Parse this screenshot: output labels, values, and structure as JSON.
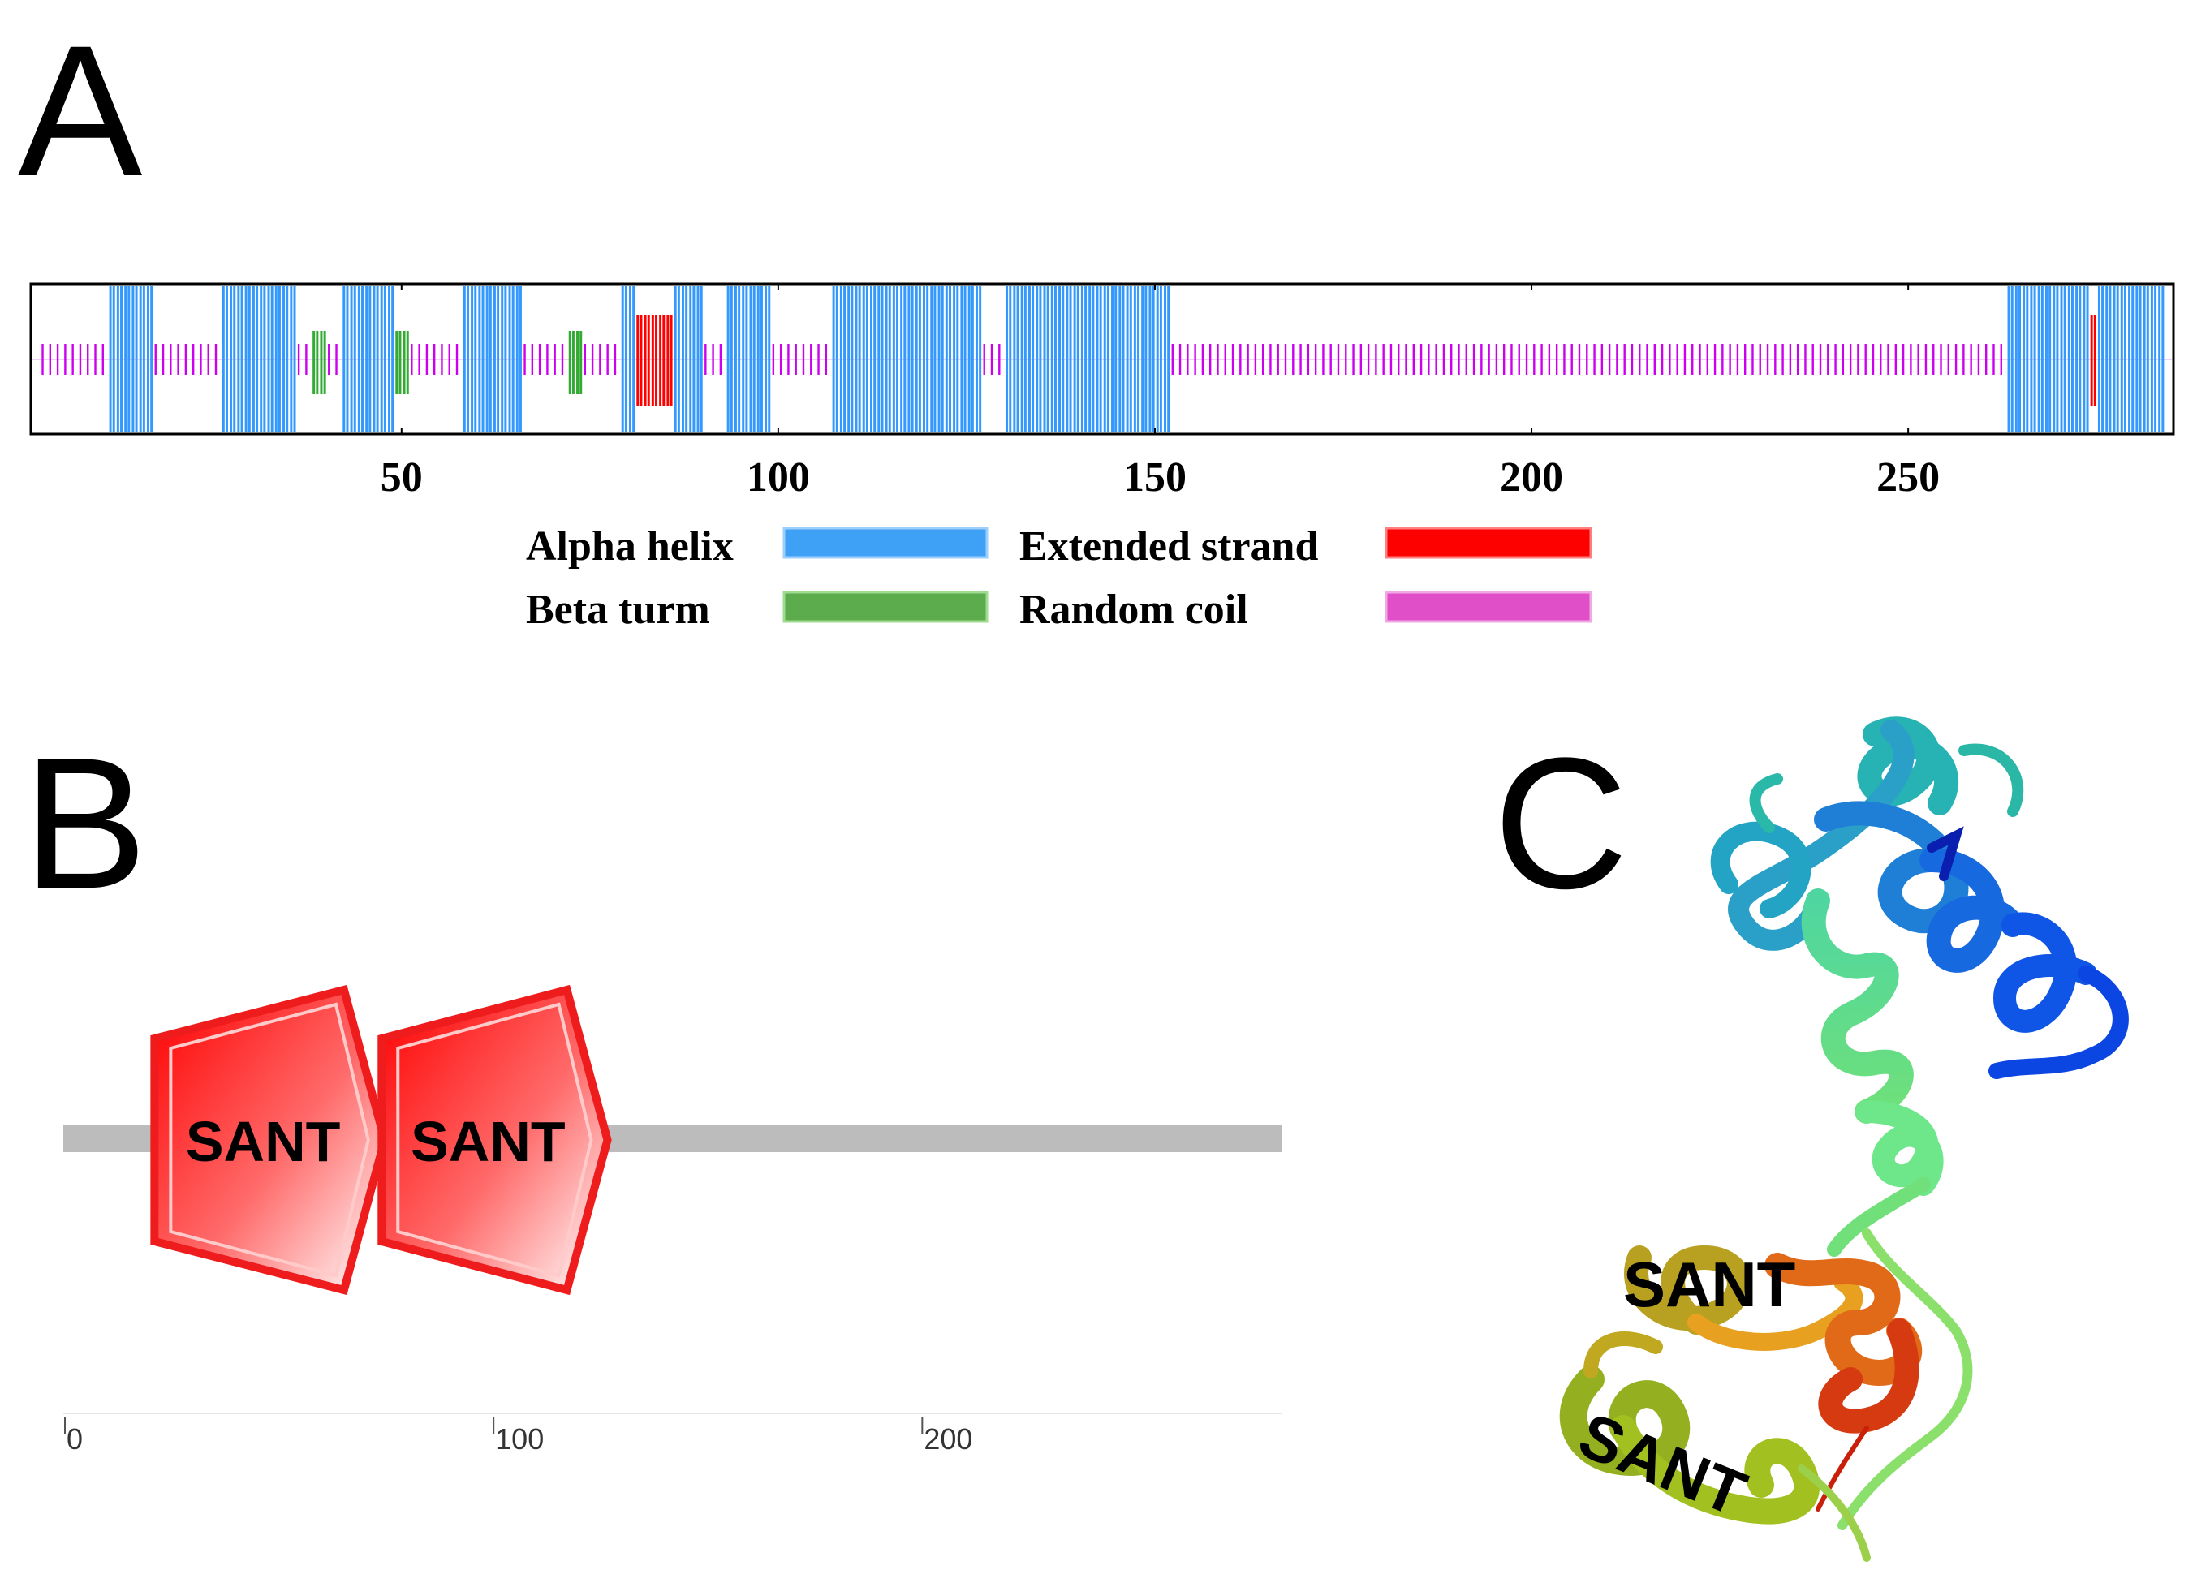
{
  "panels": {
    "a": "A",
    "b": "B",
    "c": "C"
  },
  "secondary_structure": {
    "x_range": [
      1,
      284
    ],
    "ticks": [
      "50",
      "100",
      "150",
      "200",
      "250"
    ],
    "tick_values": [
      50,
      100,
      150,
      200,
      250
    ],
    "colors": {
      "alpha_helix": "#3399ff",
      "beta_turn": "#33aa33",
      "extended_strand": "#ff0000",
      "random_coil": "#cc00ee"
    },
    "segments": [
      {
        "type": "random_coil",
        "start": 2,
        "end": 10
      },
      {
        "type": "alpha_helix",
        "start": 11,
        "end": 16
      },
      {
        "type": "random_coil",
        "start": 17,
        "end": 25
      },
      {
        "type": "alpha_helix",
        "start": 26,
        "end": 35
      },
      {
        "type": "random_coil",
        "start": 36,
        "end": 37
      },
      {
        "type": "beta_turn",
        "start": 38,
        "end": 39
      },
      {
        "type": "random_coil",
        "start": 40,
        "end": 41
      },
      {
        "type": "alpha_helix",
        "start": 42,
        "end": 48
      },
      {
        "type": "beta_turn",
        "start": 49,
        "end": 50
      },
      {
        "type": "random_coil",
        "start": 51,
        "end": 57
      },
      {
        "type": "alpha_helix",
        "start": 58,
        "end": 65
      },
      {
        "type": "random_coil",
        "start": 66,
        "end": 71
      },
      {
        "type": "beta_turn",
        "start": 72,
        "end": 73
      },
      {
        "type": "random_coil",
        "start": 74,
        "end": 78
      },
      {
        "type": "alpha_helix",
        "start": 79,
        "end": 80
      },
      {
        "type": "extended_strand",
        "start": 81,
        "end": 85
      },
      {
        "type": "alpha_helix",
        "start": 86,
        "end": 89
      },
      {
        "type": "random_coil",
        "start": 90,
        "end": 92
      },
      {
        "type": "alpha_helix",
        "start": 93,
        "end": 98
      },
      {
        "type": "random_coil",
        "start": 99,
        "end": 106
      },
      {
        "type": "alpha_helix",
        "start": 107,
        "end": 126
      },
      {
        "type": "random_coil",
        "start": 127,
        "end": 129
      },
      {
        "type": "alpha_helix",
        "start": 130,
        "end": 151
      },
      {
        "type": "random_coil",
        "start": 152,
        "end": 262
      },
      {
        "type": "alpha_helix",
        "start": 263,
        "end": 273
      },
      {
        "type": "extended_strand",
        "start": 274,
        "end": 274
      },
      {
        "type": "alpha_helix",
        "start": 275,
        "end": 283
      }
    ]
  },
  "legend": {
    "alpha_helix": "Alpha helix",
    "beta_turn": "Beta turm",
    "extended_strand": "Extended strand",
    "random_coil": "Random coil",
    "colors": {
      "alpha_helix": "#3ea1f6",
      "beta_turn": "#5cab4c",
      "extended_strand": "#fd0000",
      "random_coil": "#e04fc8"
    }
  },
  "domain_diagram": {
    "protein_length": 284,
    "domains": [
      {
        "label": "SANT",
        "start": 19,
        "end": 67
      },
      {
        "label": "SANT",
        "start": 72,
        "end": 119
      }
    ],
    "scale_labels": [
      "0",
      "100",
      "200"
    ],
    "scale_values": [
      0,
      100,
      200
    ]
  },
  "structure": {
    "labels": [
      "SANT",
      "SANT"
    ]
  }
}
